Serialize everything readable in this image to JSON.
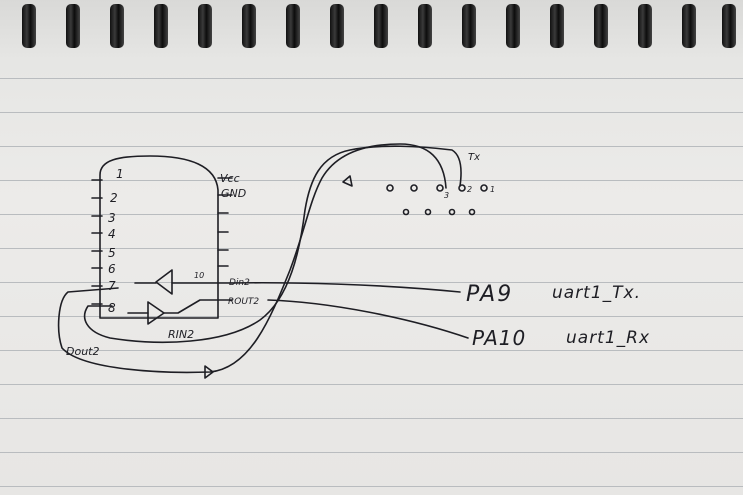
{
  "pins_left": [
    "1",
    "2",
    "3",
    "4",
    "5",
    "6",
    "7",
    "8"
  ],
  "pin_10": "10",
  "chip_right_labels": [
    "Vcc",
    "GND"
  ],
  "signal_labels": {
    "din2": "Din2",
    "rout2": "ROUT2",
    "rin2": "RIN2",
    "dout2": "Dout2",
    "tx_top": "Tx"
  },
  "db9_pins": [
    "3",
    "2",
    "1"
  ],
  "pa9": "PA9",
  "pa9_desc": "uart1_Tx.",
  "pa10": "PA10",
  "pa10_desc": "uart1_Rx"
}
